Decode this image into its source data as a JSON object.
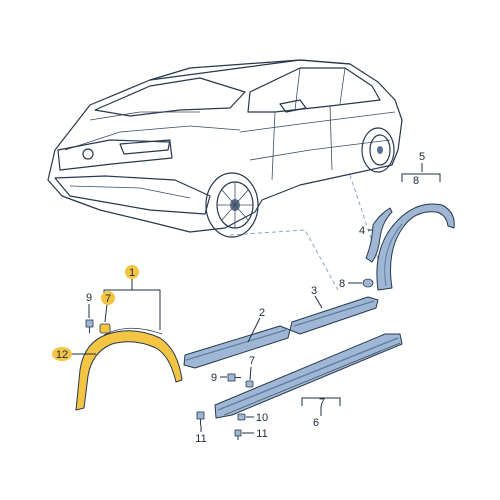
{
  "diagram": {
    "colors": {
      "highlight": "#f4c542",
      "part_fill": "#9fb7d4",
      "part_dark": "#5f7da3",
      "car_body": "#e6eef7",
      "car_glass": "#b9cde4",
      "outline": "#27384c"
    },
    "callouts": {
      "c1": "1",
      "c2": "2",
      "c3": "3",
      "c4": "4",
      "c5": "5",
      "c6": "6",
      "c7_top": "7",
      "c7_mid": "7",
      "c7_bottom": "7",
      "c8_top": "8",
      "c8_mid": "8",
      "c9_top": "9",
      "c9_mid": "9",
      "c10": "10",
      "c11_left": "11",
      "c11_right": "11",
      "c12": "12"
    }
  }
}
